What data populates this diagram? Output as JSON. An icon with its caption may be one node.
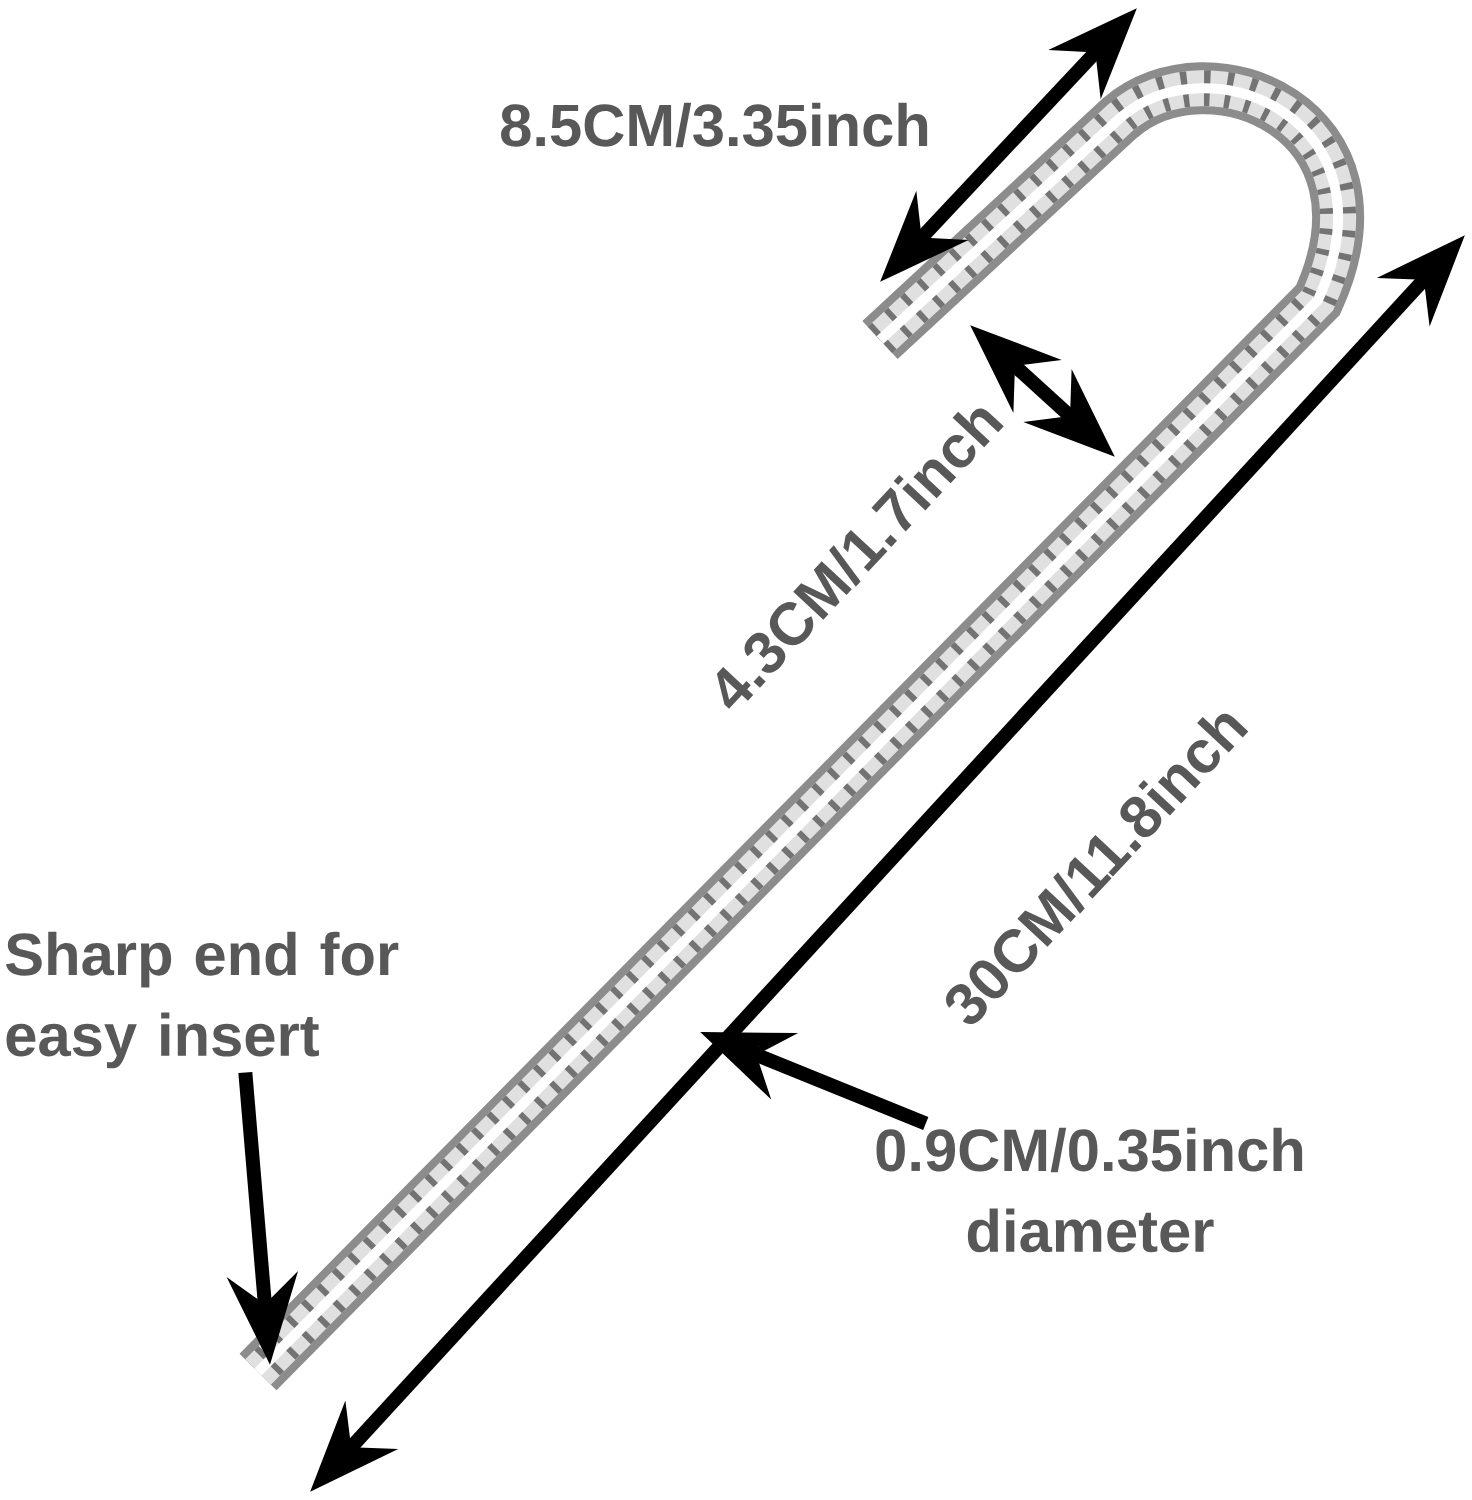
{
  "diagram": {
    "nodes": [
      {
        "text": [
          "Sharp end for easy insert"
        ]
      },
      {
        "text": [
          "0.9CM/0.35inch diameter"
        ]
      }
    ],
    "edges": [
      {
        "from": 0,
        "to": null,
        "arrow": "to"
      },
      {
        "from": 1,
        "to": null,
        "arrow": "to"
      }
    ],
    "labels": [
      "8.5CM/3.35inch",
      "4.3CM/1.7inch",
      "30CM/11.8inch"
    ]
  }
}
